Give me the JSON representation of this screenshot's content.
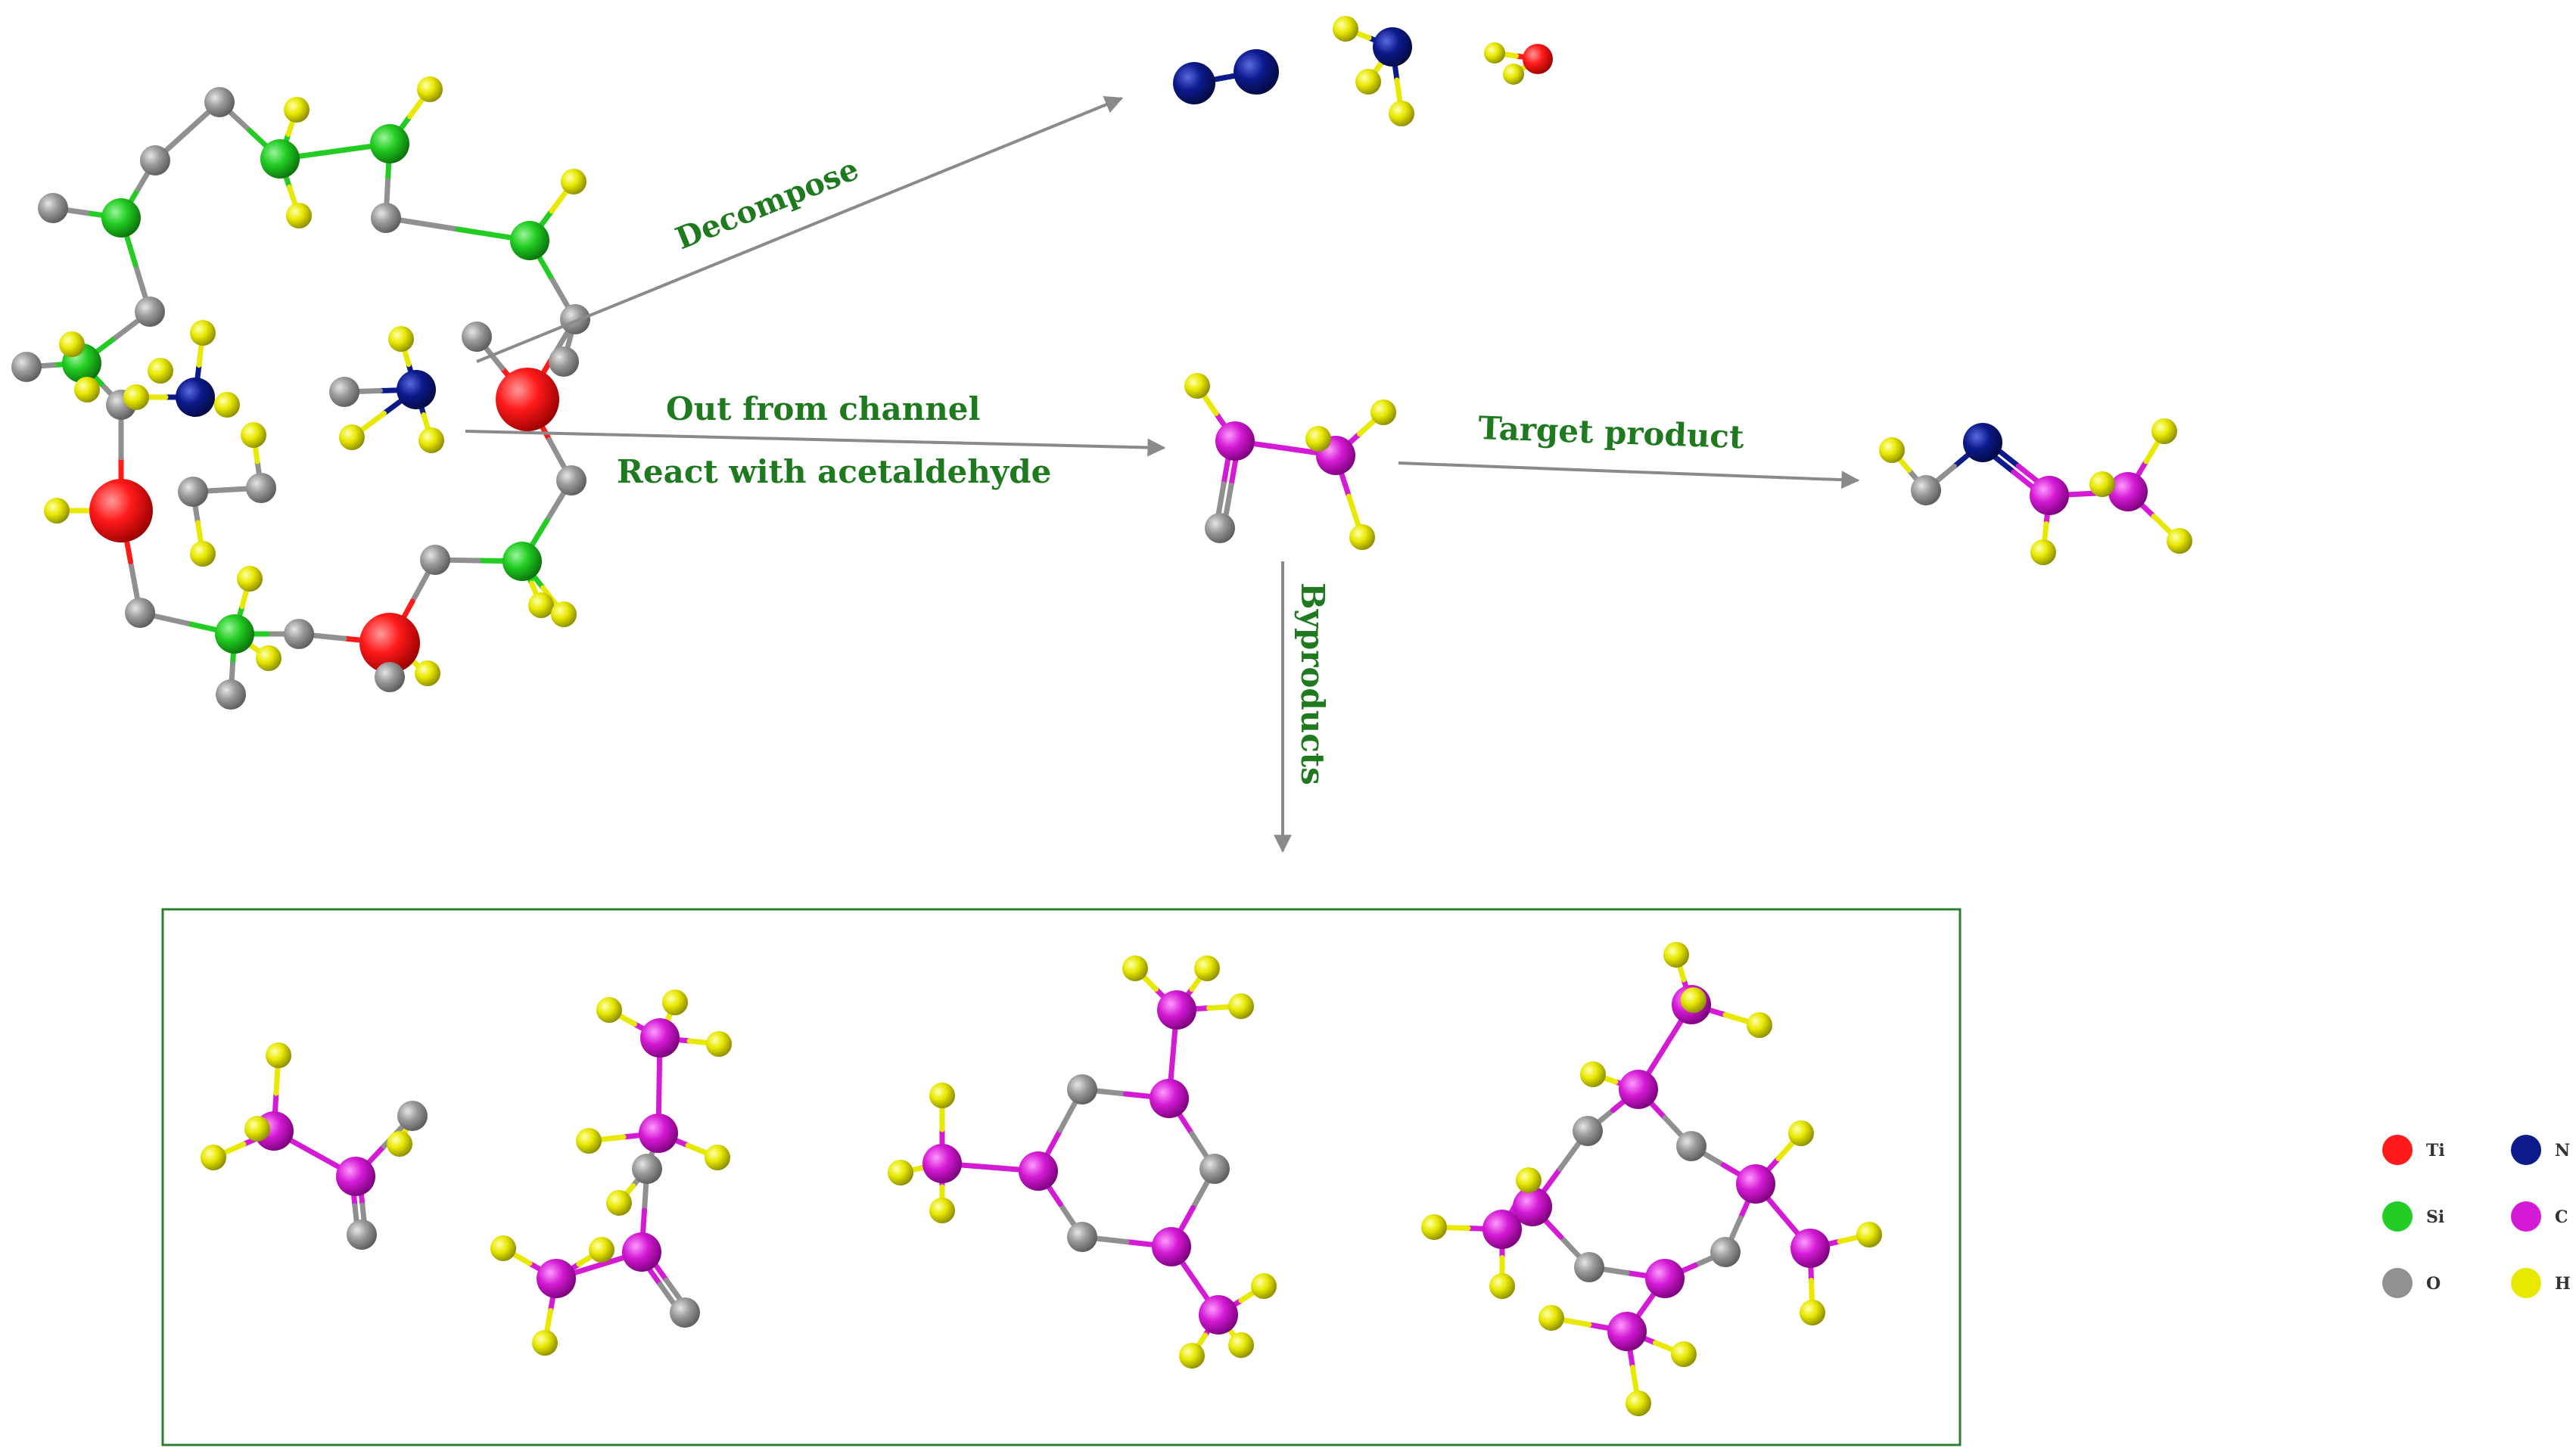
{
  "labels": {
    "decompose": "Decompose",
    "out_from_channel": "Out from channel",
    "react_with": "React with acetaldehyde",
    "target_product": "Target product",
    "byproducts": "Byproducts"
  },
  "legend": [
    {
      "symbol": "Ti",
      "color": "#ff1a1a"
    },
    {
      "symbol": "N",
      "color": "#0c1a8c"
    },
    {
      "symbol": "Si",
      "color": "#22cc22"
    },
    {
      "symbol": "C",
      "color": "#d41ad4"
    },
    {
      "symbol": "O",
      "color": "#909090"
    },
    {
      "symbol": "H",
      "color": "#e8e800"
    }
  ],
  "colors": {
    "Ti": "#ff1a1a",
    "N": "#0c1a8c",
    "Si": "#22cc22",
    "C": "#d41ad4",
    "O": "#909090",
    "H": "#e8e800",
    "label_green": "#1f7a1f",
    "arrow_gray": "#8a8a8a",
    "box_border": "#2e7d2e"
  }
}
